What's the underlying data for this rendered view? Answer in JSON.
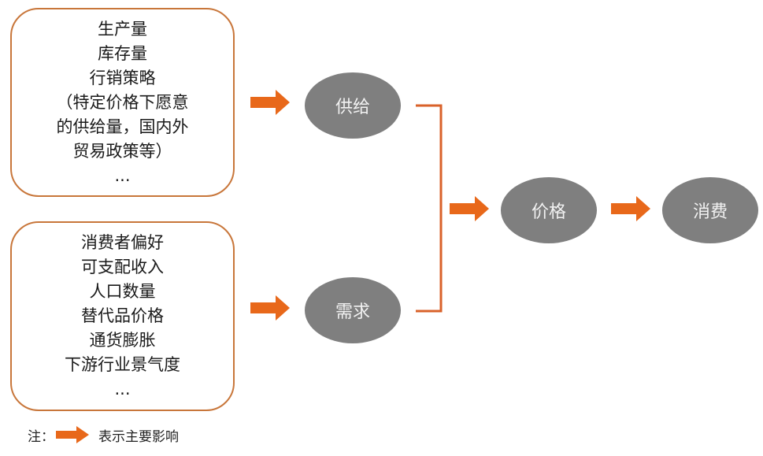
{
  "supply_factors": {
    "lines": [
      "生产量",
      "库存量",
      "行销策略",
      "（特定价格下愿意",
      "的供给量，国内外",
      "贸易政策等）",
      "..."
    ]
  },
  "demand_factors": {
    "lines": [
      "消费者偏好",
      "可支配收入",
      "人口数量",
      "替代品价格",
      "通货膨胀",
      "下游行业景气度",
      "..."
    ]
  },
  "nodes": {
    "supply": "供给",
    "demand": "需求",
    "price": "价格",
    "consumption": "消费"
  },
  "legend": {
    "prefix": "注：",
    "text": "表示主要影响"
  },
  "colors": {
    "arrow": "#e8681a",
    "box_border": "#c8763a",
    "node_fill": "#7f7f7f",
    "node_text": "#f2f2f2",
    "bracket": "#d9622a"
  }
}
